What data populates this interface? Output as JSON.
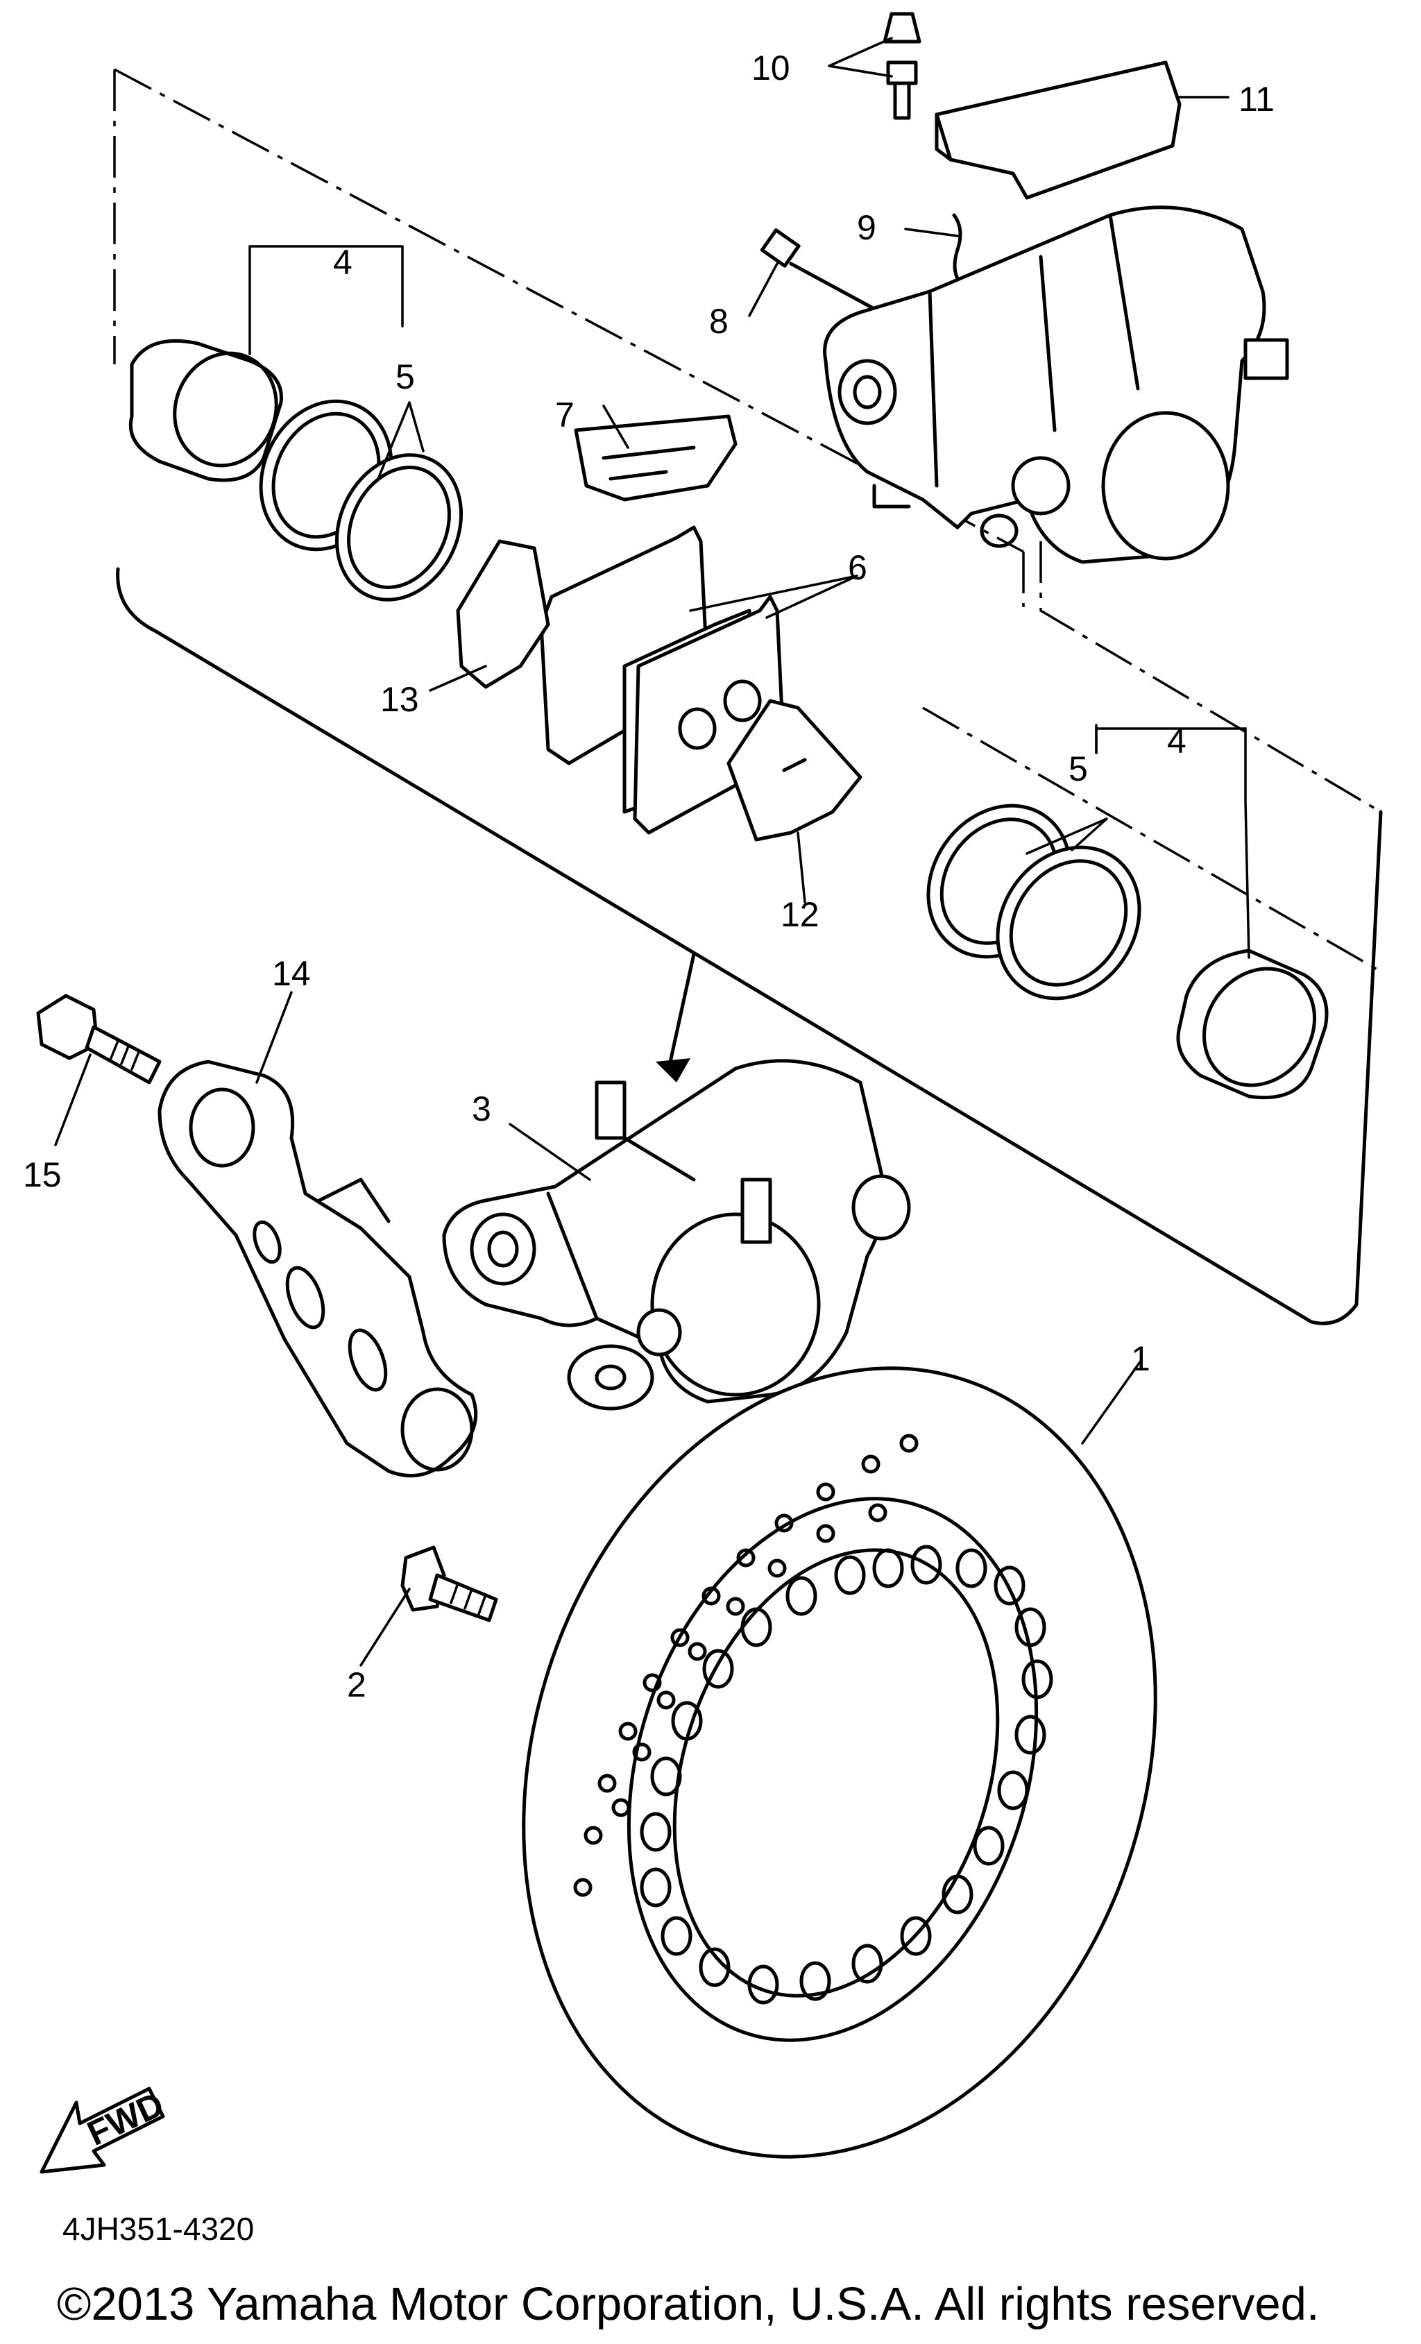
{
  "diagram": {
    "callouts": [
      "1",
      "2",
      "3",
      "4",
      "4",
      "5",
      "5",
      "6",
      "7",
      "8",
      "9",
      "10",
      "11",
      "12",
      "13",
      "14",
      "15"
    ],
    "fwd_label": "FWD",
    "part_code": "4JH351-4320",
    "copyright": "©2013 Yamaha Motor Corporation, U.S.A. All rights reserved."
  }
}
